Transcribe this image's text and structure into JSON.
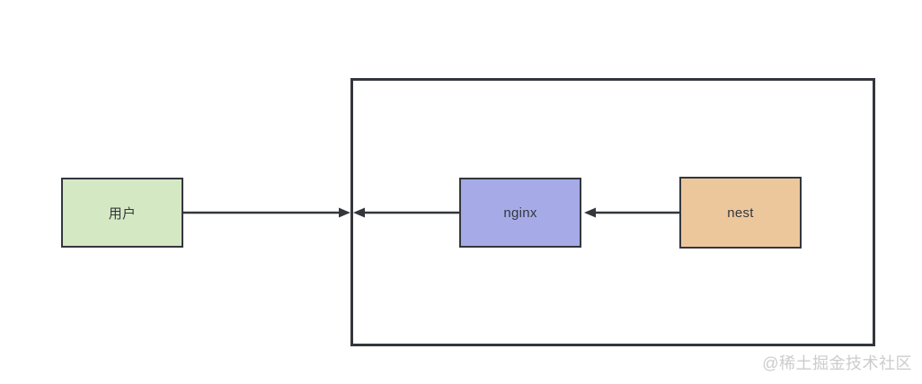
{
  "colors": {
    "background": "#ffffff",
    "stroke": "#33373d",
    "text": "#33373d",
    "watermark_text": "#cccccc",
    "user_fill": "#d5e8c4",
    "nginx_fill": "#a6abe8",
    "nest_fill": "#edc79c"
  },
  "nodes": {
    "user": {
      "label": "用户"
    },
    "nginx": {
      "label": "nginx"
    },
    "nest": {
      "label": "nest"
    }
  },
  "edges": [
    {
      "id": "user-to-container",
      "from": "user",
      "to": "container-left-edge",
      "arrow_direction": "right"
    },
    {
      "id": "nginx-to-container-edge",
      "from": "nginx",
      "to": "container-left-edge",
      "arrow_direction": "left"
    },
    {
      "id": "nest-to-nginx",
      "from": "nest",
      "to": "nginx",
      "arrow_direction": "left"
    }
  ],
  "watermark": {
    "text": "@稀土掘金技术社区"
  }
}
